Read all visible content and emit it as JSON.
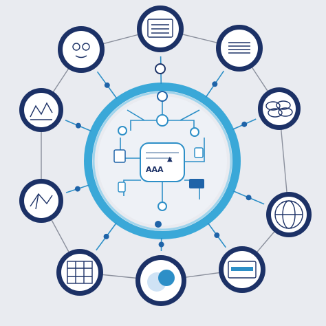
{
  "colors": {
    "background": "#e9ebf0",
    "node_ring": "#1c3166",
    "node_fill": "#ffffff",
    "hub_ring": "#3aa8d8",
    "hub_ring_inner": "#7fcbea",
    "connector": "#8a8f9c",
    "spoke": "#2d8fc7",
    "accent": "#1e63a8"
  },
  "hub": {
    "center_glyph": "▲",
    "center_text": "AAA"
  },
  "nodes": [
    {
      "id": "node-top",
      "icon": "document-window-icon"
    },
    {
      "id": "node-top-right",
      "icon": "text-lines-icon"
    },
    {
      "id": "node-right-upper",
      "icon": "brain-lobes-icon"
    },
    {
      "id": "node-right-lower",
      "icon": "world-globe-icon"
    },
    {
      "id": "node-bottom-right",
      "icon": "tablet-screen-icon"
    },
    {
      "id": "node-bottom",
      "icon": "chat-bubbles-icon"
    },
    {
      "id": "node-bottom-left",
      "icon": "grid-map-icon"
    },
    {
      "id": "node-left-lower",
      "icon": "network-sketch-icon"
    },
    {
      "id": "node-left-upper",
      "icon": "scribble-chart-icon"
    },
    {
      "id": "node-top-left",
      "icon": "face-sketch-icon"
    }
  ]
}
